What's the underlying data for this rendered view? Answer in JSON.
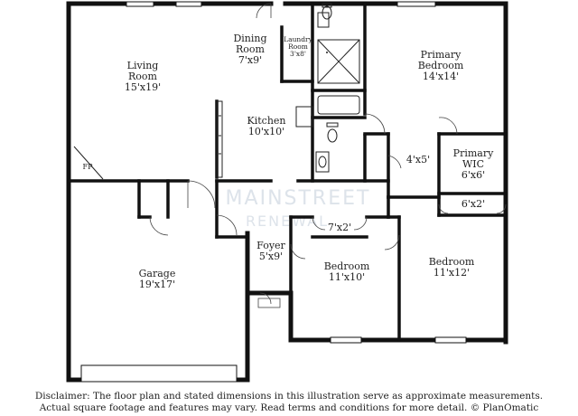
{
  "watermark": {
    "line1": "MAINSTREET",
    "line2": "RENEWAL"
  },
  "rooms": [
    {
      "id": "living-room",
      "name": "Living Room",
      "name_lines": [
        "Living",
        "Room"
      ],
      "size": "15'x19'"
    },
    {
      "id": "dining-room",
      "name": "Dining Room",
      "name_lines": [
        "Dining",
        "Room"
      ],
      "size": "7'x9'"
    },
    {
      "id": "laundry-room",
      "name": "Laundry Room",
      "name_lines": [
        "Laundry",
        "Room"
      ],
      "size": "3'x8'"
    },
    {
      "id": "primary-bedroom",
      "name": "Primary Bedroom",
      "name_lines": [
        "Primary",
        "Bedroom"
      ],
      "size": "14'x14'"
    },
    {
      "id": "kitchen",
      "name": "Kitchen",
      "name_lines": [
        "Kitchen"
      ],
      "size": "10'x10'"
    },
    {
      "id": "closet-4x5",
      "name": "",
      "name_lines": [],
      "size": "4'x5'"
    },
    {
      "id": "primary-wic",
      "name": "Primary WIC",
      "name_lines": [
        "Primary",
        "WIC"
      ],
      "size": "6'x6'"
    },
    {
      "id": "closet-6x2",
      "name": "",
      "name_lines": [],
      "size": "6'x2'"
    },
    {
      "id": "closet-7x2",
      "name": "",
      "name_lines": [],
      "size": "7'x2'"
    },
    {
      "id": "foyer",
      "name": "Foyer",
      "name_lines": [
        "Foyer"
      ],
      "size": "5'x9'"
    },
    {
      "id": "garage",
      "name": "Garage",
      "name_lines": [
        "Garage"
      ],
      "size": "19'x17'"
    },
    {
      "id": "bedroom-2",
      "name": "Bedroom",
      "name_lines": [
        "Bedroom"
      ],
      "size": "11'x10'"
    },
    {
      "id": "bedroom-3",
      "name": "Bedroom",
      "name_lines": [
        "Bedroom"
      ],
      "size": "11'x12'"
    }
  ],
  "fireplace_label": "FP",
  "disclaimer": {
    "line1": "Disclaimer: The floor plan and stated dimensions in this illustration serve as approximate measurements.",
    "line2": "Actual square footage and features may vary. Read terms and conditions for more detail. © PlanOmatic"
  }
}
